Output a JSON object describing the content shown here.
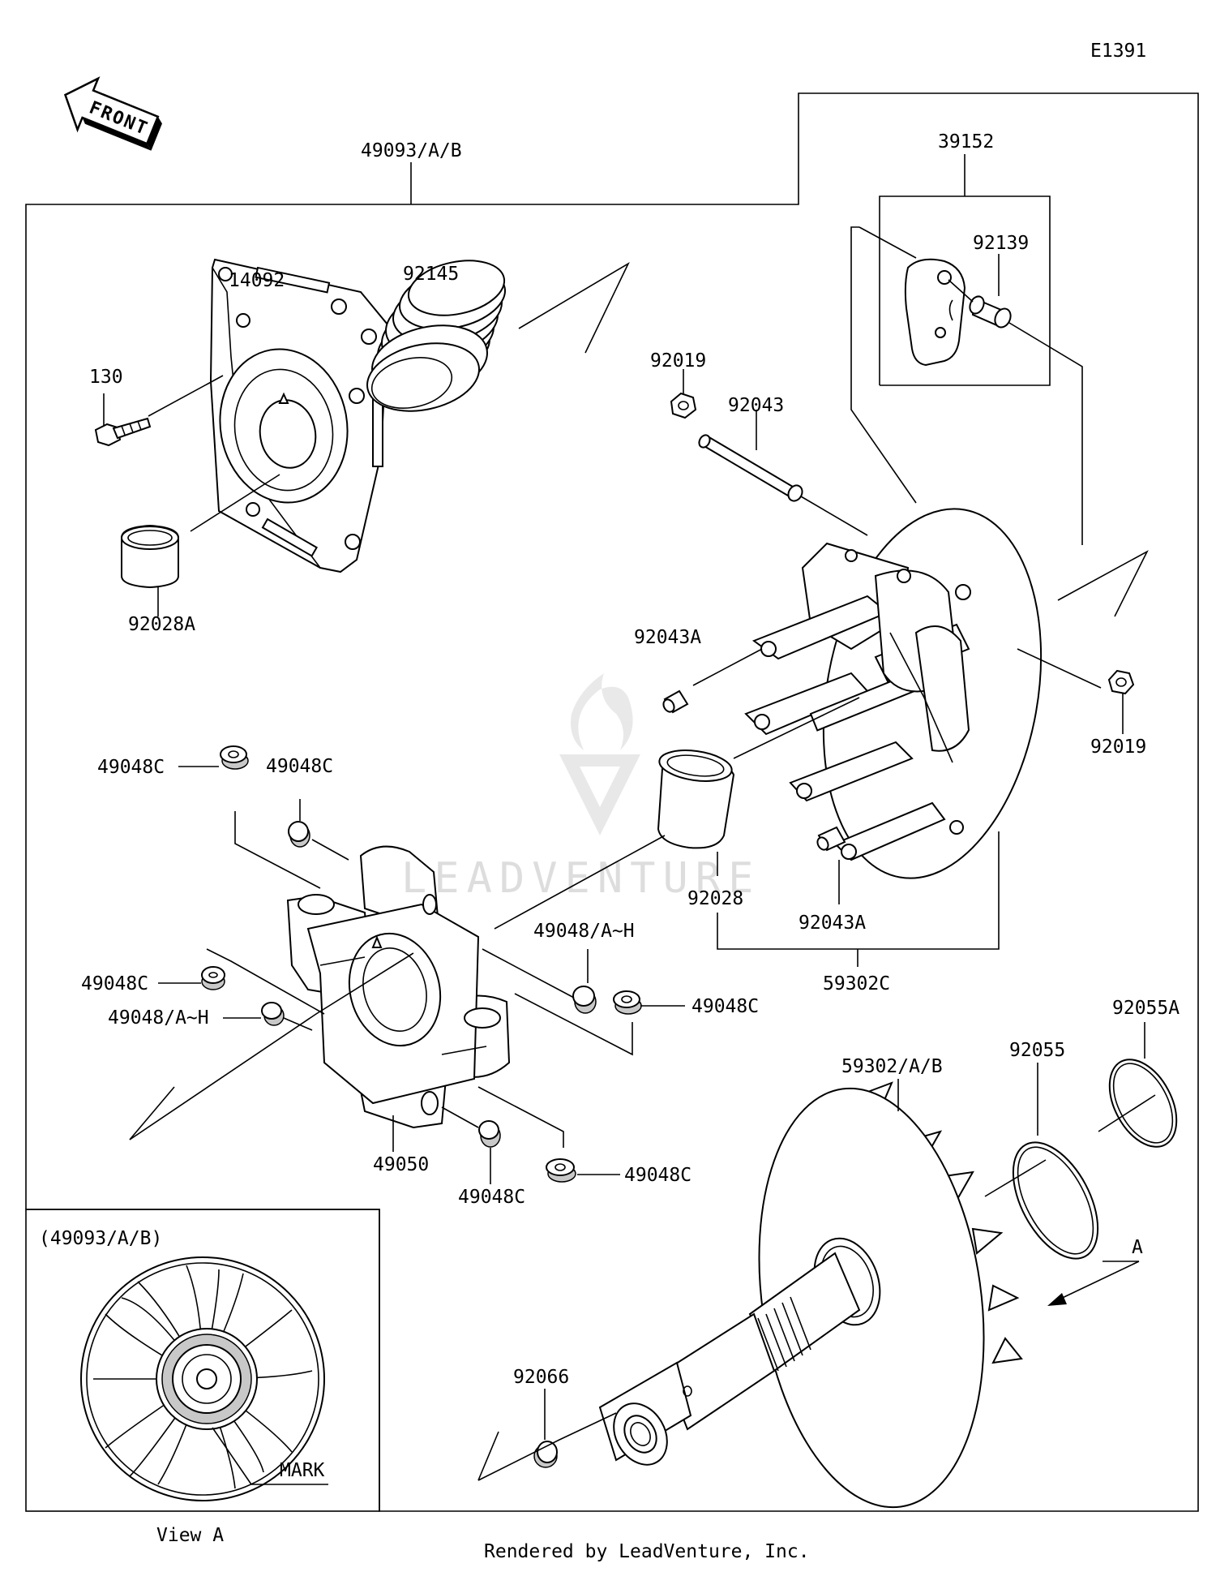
{
  "diagram": {
    "code": "E1391",
    "front_label": "FRONT",
    "footer": "Rendered by LeadVenture, Inc.",
    "watermark": "LEADVENTURE",
    "view_a": {
      "title": "(49093/A/B)",
      "mark_label": "MARK",
      "caption": "View A"
    },
    "arrow_a_label": "A",
    "callouts": [
      {
        "id": "c-49093",
        "text": "49093/A/B"
      },
      {
        "id": "c-39152",
        "text": "39152"
      },
      {
        "id": "c-92139",
        "text": "92139"
      },
      {
        "id": "c-14092",
        "text": "14092"
      },
      {
        "id": "c-92145",
        "text": "92145"
      },
      {
        "id": "c-130",
        "text": "130"
      },
      {
        "id": "c-92028A",
        "text": "92028A"
      },
      {
        "id": "c-92019-top",
        "text": "92019"
      },
      {
        "id": "c-92043",
        "text": "92043"
      },
      {
        "id": "c-92043A-left",
        "text": "92043A"
      },
      {
        "id": "c-92019-right",
        "text": "92019"
      },
      {
        "id": "c-49048C-1",
        "text": "49048C"
      },
      {
        "id": "c-49048C-2",
        "text": "49048C"
      },
      {
        "id": "c-92028",
        "text": "92028"
      },
      {
        "id": "c-92043A-right",
        "text": "92043A"
      },
      {
        "id": "c-49048AH-1",
        "text": "49048/A~H"
      },
      {
        "id": "c-49048C-3",
        "text": "49048C"
      },
      {
        "id": "c-49048C-4",
        "text": "49048C"
      },
      {
        "id": "c-49048AH-2",
        "text": "49048/A~H"
      },
      {
        "id": "c-59302C",
        "text": "59302C"
      },
      {
        "id": "c-92055A",
        "text": "92055A"
      },
      {
        "id": "c-92055",
        "text": "92055"
      },
      {
        "id": "c-59302AB",
        "text": "59302/A/B"
      },
      {
        "id": "c-49050",
        "text": "49050"
      },
      {
        "id": "c-49048C-5",
        "text": "49048C"
      },
      {
        "id": "c-49048C-6",
        "text": "49048C"
      },
      {
        "id": "c-92066",
        "text": "92066"
      }
    ]
  }
}
